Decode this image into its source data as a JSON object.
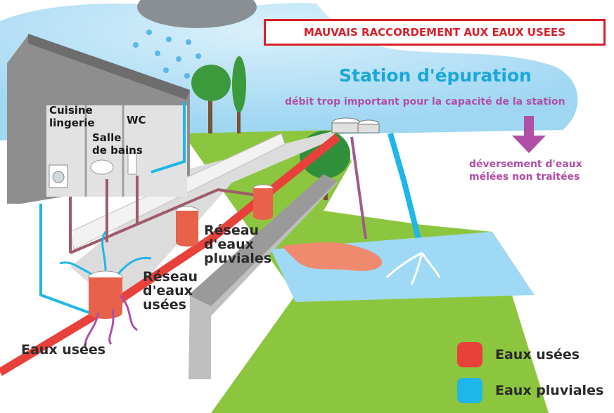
{
  "banner": "MAUVAIS RACCORDEMENT AUX EAUX USEES",
  "station": {
    "title": "Station d'épuration",
    "subtitle": "débit trop important pour la capacité de la station",
    "overflow": "déversement d'eaux\nmélées non traitées"
  },
  "house": {
    "kitchen": "Cuisine\nlingerie",
    "wc": "WC",
    "bathroom": "Salle\nde bains"
  },
  "networks": {
    "stormwater": "Réseau\nd'eaux\npluviales",
    "wastewater": "Réseau\nd'eaux\nusées",
    "wastewater_bottom": "Eaux usées"
  },
  "legend": [
    {
      "label": "Eaux usées",
      "color": "#e8413c"
    },
    {
      "label": "Eaux pluviales",
      "color": "#1fb6ea"
    }
  ],
  "colors": {
    "wastewater": "#e8413c",
    "stormwater": "#1fb6ea",
    "accent": "#b14fa7",
    "sky": "#bde4f8",
    "grass": "#8cc63f"
  }
}
